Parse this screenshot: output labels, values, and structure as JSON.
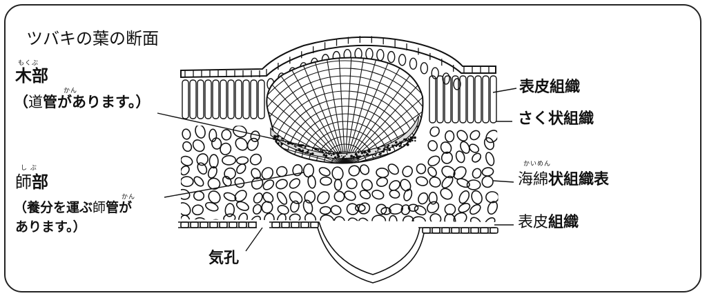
{
  "title": "ツバキの葉の断面",
  "left": {
    "xylem": {
      "ruby": "もくぶ",
      "name": "木部",
      "note_open": "（",
      "note_ruby_kan": "かん",
      "note_prefix": "道",
      "note_kan": "管",
      "note_suffix": "があります。）"
    },
    "phloem": {
      "ruby": "し ぶ",
      "name_prefix": "師",
      "name_suffix": "部",
      "note_line1_prefix": "（養分を運ぶ",
      "note_line1_shi": "師",
      "note_ruby_kan": "かん",
      "note_line1_kan": "管",
      "note_line1_suffix": "が",
      "note_line2": "あります。）"
    },
    "stoma": "気孔"
  },
  "right": {
    "epidermis_upper": "表皮組織",
    "palisade": "さく状組織",
    "spongy": {
      "ruby": "かいめん",
      "prefix": "海綿",
      "suffix": "状組織表"
    },
    "epidermis_lower": {
      "prefix": "表皮",
      "suffix": "組織"
    }
  }
}
